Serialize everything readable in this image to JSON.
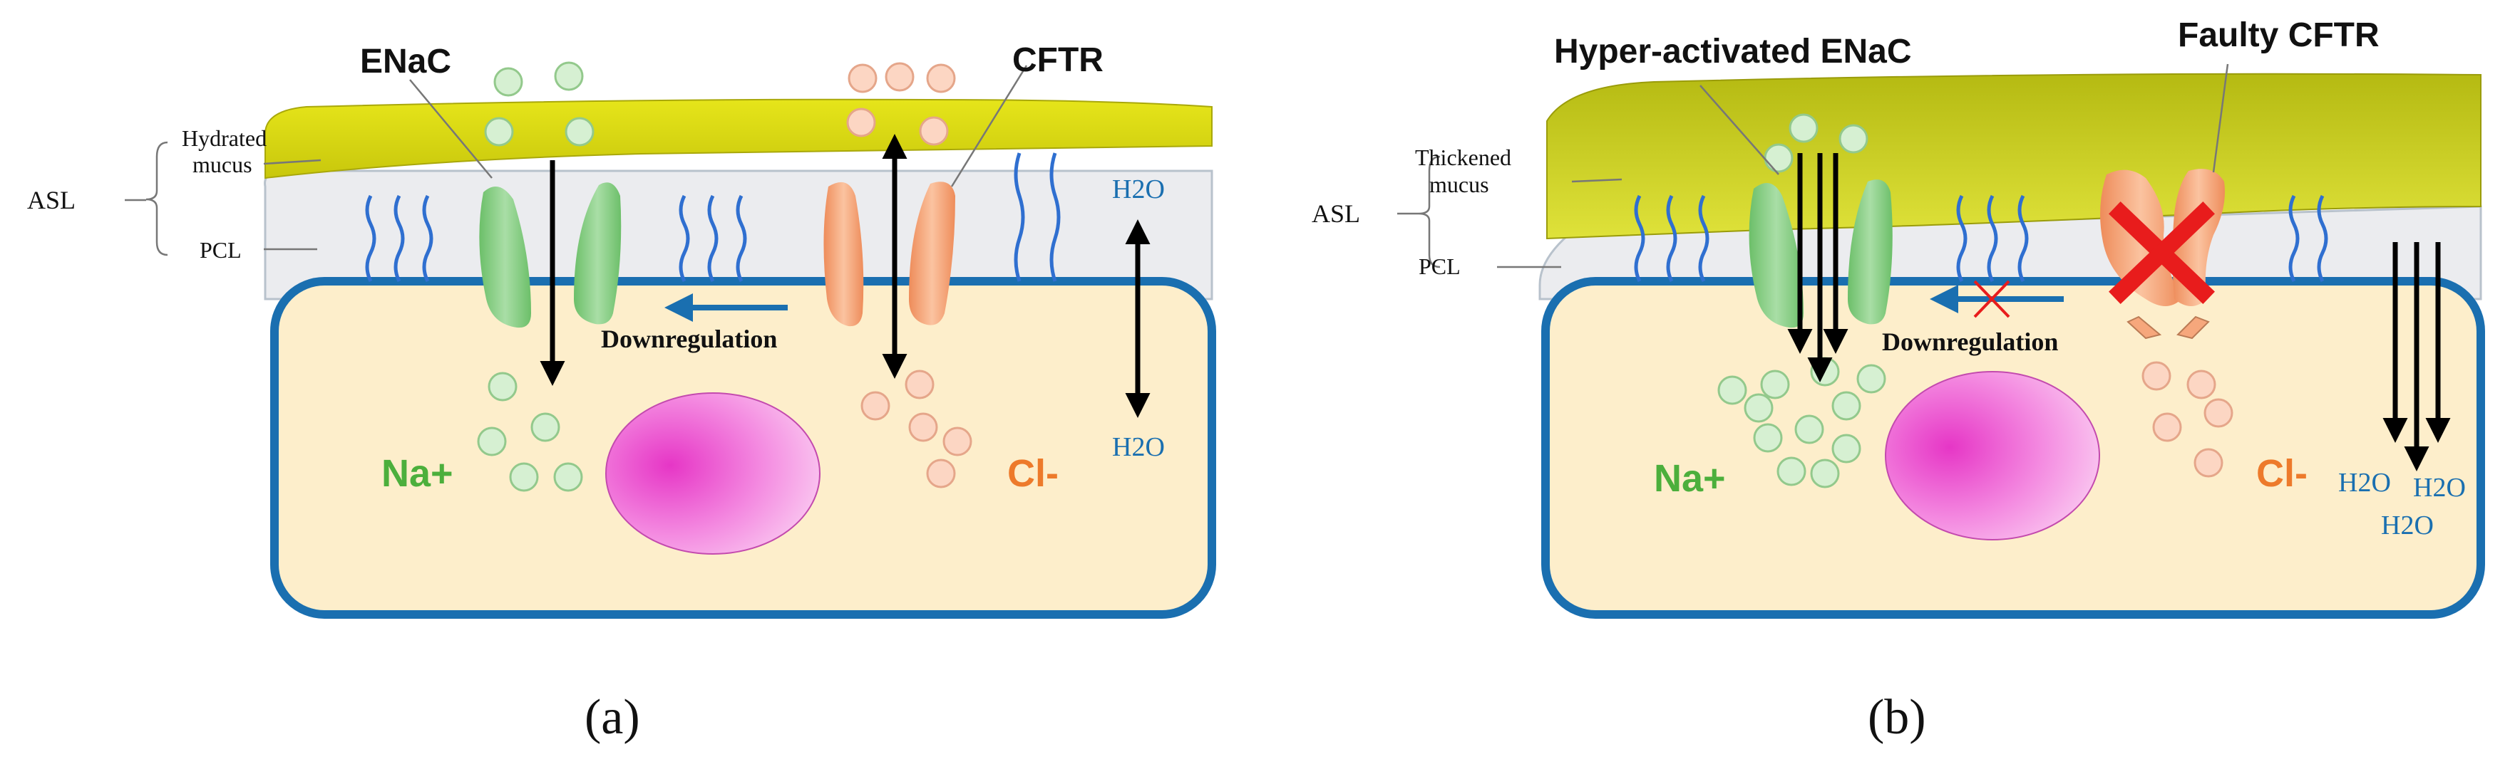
{
  "panel_a": {
    "enac_label": "ENaC",
    "cftr_label": "CFTR",
    "mucus_label_line1": "Hydrated",
    "mucus_label_line2": "mucus",
    "asl_label": "ASL",
    "pcl_label": "PCL",
    "downregulation_label": "Downregulation",
    "h2o_top": "H2O",
    "h2o_bottom": "H2O",
    "na_label": "Na+",
    "cl_label": "Cl-",
    "caption": "(a)"
  },
  "panel_b": {
    "enac_label": "Hyper-activated ENaC",
    "cftr_label": "Faulty CFTR",
    "mucus_label_line1": "Thickened",
    "mucus_label_line2": "mucus",
    "asl_label": "ASL",
    "pcl_label": "PCL",
    "downregulation_label": "Downregulation",
    "h2o_1": "H2O",
    "h2o_2": "H2O",
    "h2o_3": "H2O",
    "na_label": "Na+",
    "cl_label": "Cl-",
    "caption": "(b)"
  },
  "colors": {
    "cell_fill": "#fdeecb",
    "cell_stroke": "#1a6fb0",
    "pcl_fill": "#ebecef",
    "mucus_a": "#d9d80f",
    "mucus_b": "#c2c81c",
    "enac": "#89cf86",
    "cftr": "#f6a77c",
    "nucleus": "#f05fd2",
    "na_text": "#4caf3c",
    "cl_text": "#ed7a2b",
    "water_text": "#1a6fb0",
    "cilia": "#2f6fd0",
    "cross": "#e81c1c"
  }
}
